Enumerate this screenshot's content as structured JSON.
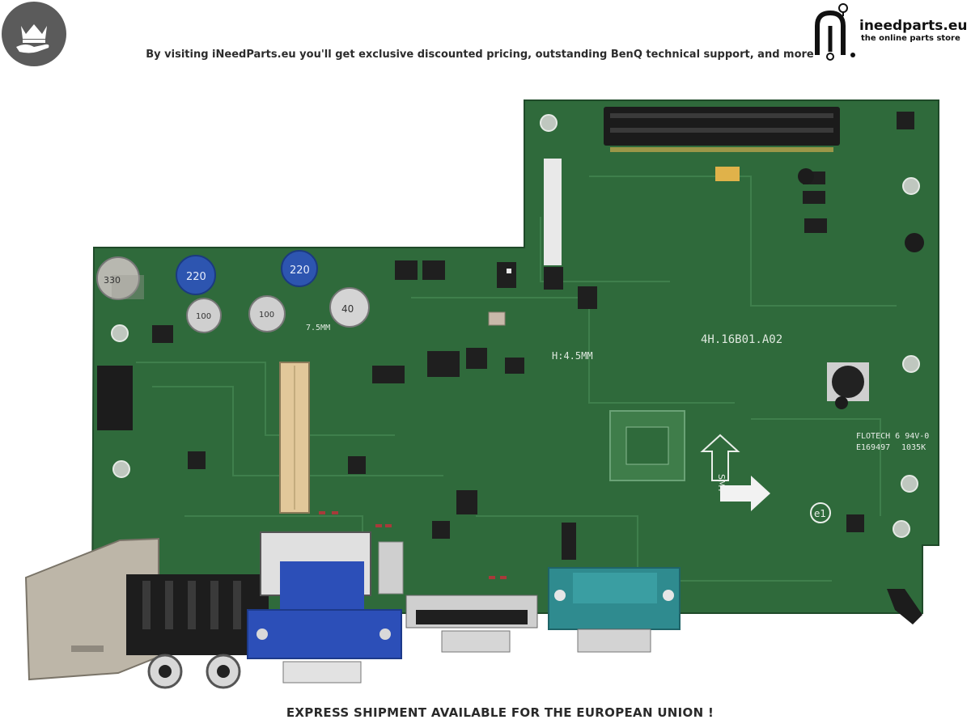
{
  "header": {
    "badge_icon": "crown-hand-icon",
    "tagline": "By visiting iNeedParts.eu you'll get exclusive discounted pricing, outstanding BenQ technical support, and more",
    "logo": {
      "name": "ineedparts.eu",
      "subtitle": "the online parts store",
      "icon": "circuit-n-logo-icon"
    }
  },
  "board": {
    "part_label": "4H.16B01.A02",
    "silkscreen_height": "H:4.5MM",
    "silkscreen_height_2": "7.5MM",
    "smt_mark": "SMT",
    "e1_mark": "e1",
    "maker_line_1": "FLOTECH 6 94V-0",
    "maker_line_2": "E169497",
    "maker_line_3": "1035K",
    "capacitors": [
      {
        "label": "220"
      },
      {
        "label": "220"
      },
      {
        "label": "330"
      },
      {
        "label": "100"
      },
      {
        "label": "100"
      },
      {
        "label": "40"
      }
    ],
    "colors": {
      "pcb": "#2f6a3b",
      "vga_blue": "#2c4fb8",
      "serial_teal": "#2f8b8f"
    }
  },
  "footer": {
    "text": "EXPRESS SHIPMENT AVAILABLE FOR THE EUROPEAN UNION !"
  }
}
